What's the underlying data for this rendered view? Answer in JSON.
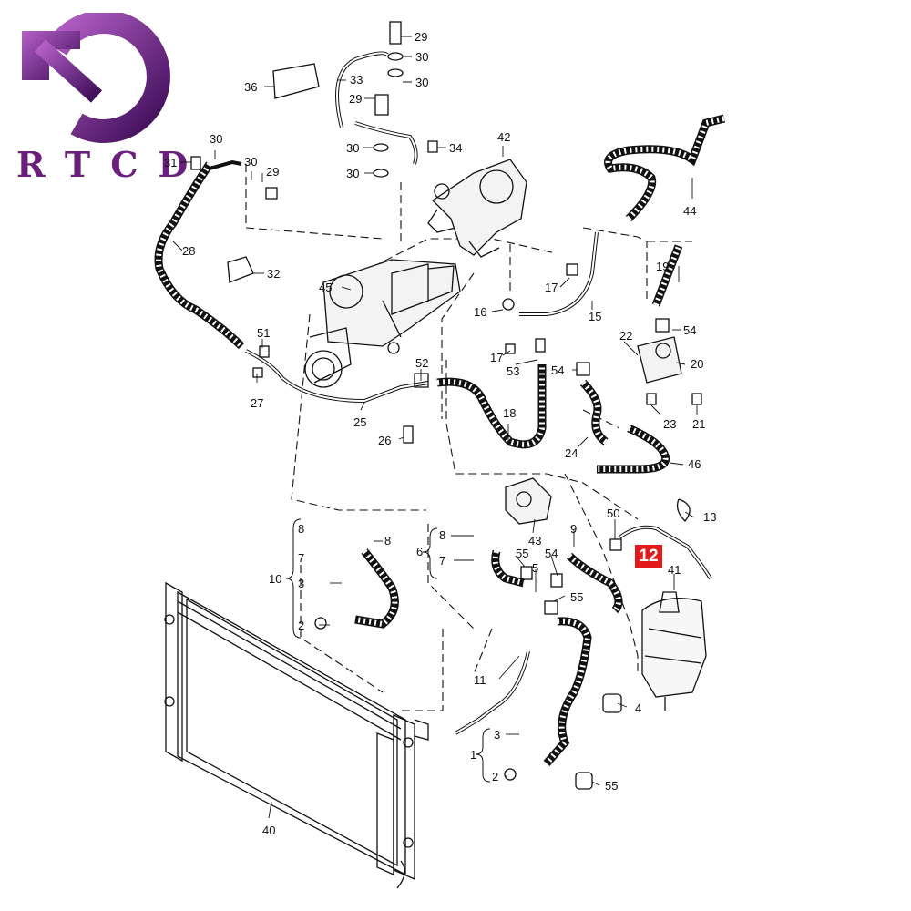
{
  "brand": {
    "text": "RTCD",
    "color": "#6a1f7a"
  },
  "highlight": {
    "label": "12",
    "color": "#e3191c"
  },
  "callouts": {
    "c29a": "29",
    "c30a": "30",
    "c30b": "30",
    "c36": "36",
    "c33": "33",
    "c29b": "29",
    "c30c": "30",
    "c30d": "30",
    "c34": "34",
    "c42": "42",
    "c31": "31",
    "c30e": "30",
    "c30f": "30",
    "c29c": "29",
    "c44": "44",
    "c28": "28",
    "c32": "32",
    "c45": "45",
    "c17a": "17",
    "c19": "19",
    "c16": "16",
    "c15": "15",
    "c54a": "54",
    "c51": "51",
    "c22": "22",
    "c17b": "17",
    "c20": "20",
    "c27": "27",
    "c52": "52",
    "c53": "53",
    "c54b": "54",
    "c25": "25",
    "c18": "18",
    "c23": "23",
    "c21": "21",
    "c26": "26",
    "c24": "24",
    "c46": "46",
    "c50": "50",
    "c13": "13",
    "c8a": "8",
    "c8b": "8",
    "c8c": "8",
    "c9": "9",
    "c6": "6",
    "c7a": "7",
    "c7b": "7",
    "c10": "10",
    "c55a": "55",
    "c54c": "54",
    "c43": "43",
    "c41": "41",
    "c5": "5",
    "c3a": "3",
    "c55b": "55",
    "c2a": "2",
    "c11": "11",
    "c4": "4",
    "c3b": "3",
    "c1": "1",
    "c2b": "2",
    "c55c": "55",
    "c40": "40"
  }
}
